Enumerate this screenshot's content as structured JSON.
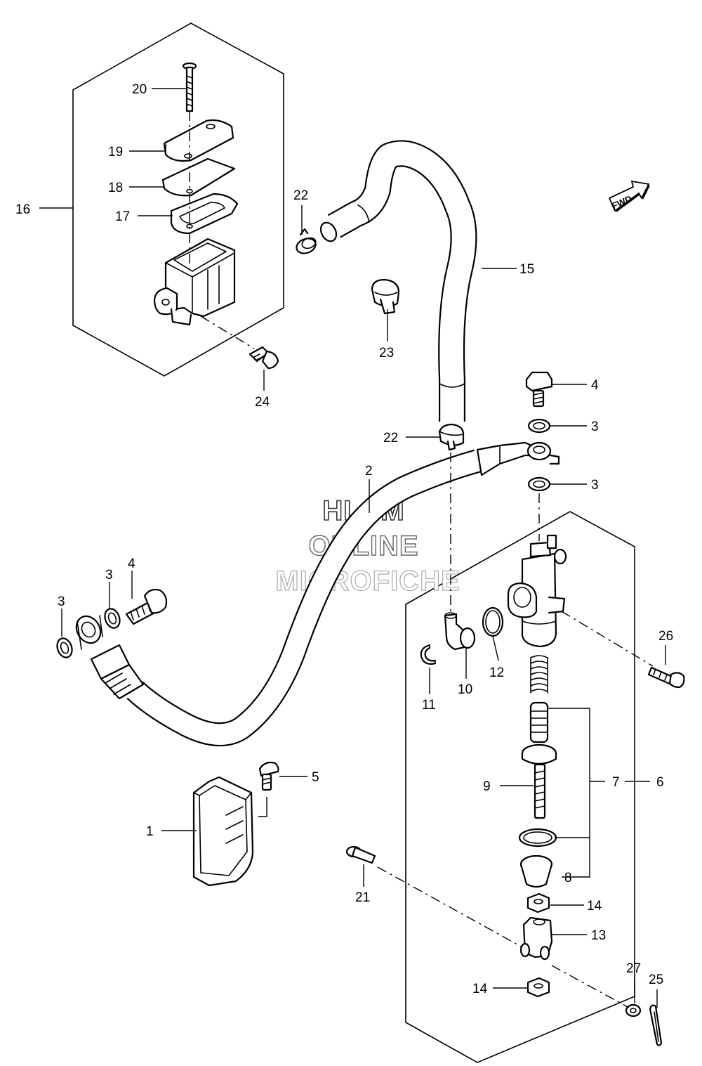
{
  "watermark": {
    "line1": "HLSM",
    "line2": "ONLINE",
    "line3": "MICROFICHE"
  },
  "fwd_label": "FWD",
  "part_labels": {
    "p1": "1",
    "p2": "2",
    "p3a": "3",
    "p3b": "3",
    "p3c": "3",
    "p3d": "3",
    "p4a": "4",
    "p4b": "4",
    "p5": "5",
    "p6": "6",
    "p7": "7",
    "p8": "8",
    "p9": "9",
    "p10": "10",
    "p11": "11",
    "p12": "12",
    "p13": "13",
    "p14a": "14",
    "p14b": "14",
    "p15": "15",
    "p16": "16",
    "p17": "17",
    "p18": "18",
    "p19": "19",
    "p20": "20",
    "p21": "21",
    "p22a": "22",
    "p22b": "22",
    "p23": "23",
    "p24": "24",
    "p25": "25",
    "p26": "26",
    "p27": "27"
  }
}
